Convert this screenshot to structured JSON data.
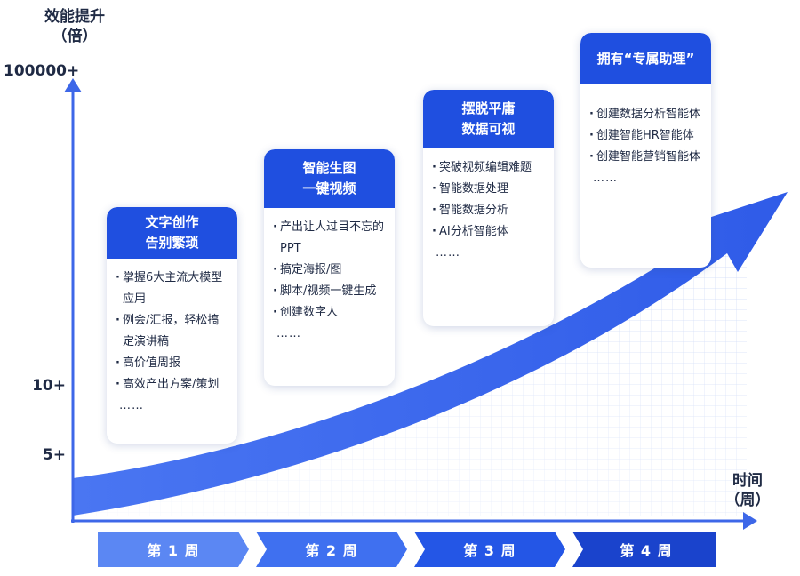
{
  "y_axis": {
    "title_line1": "效能提升",
    "title_line2": "（倍）",
    "ticks": [
      "100000+",
      "10+",
      "5+"
    ]
  },
  "x_axis": {
    "title_line1": "时间",
    "title_line2": "（周）"
  },
  "colors": {
    "card_header": "#1f4fe0",
    "curve_start": "#3f6df0",
    "curve_end": "#2f5be8",
    "week1": "#5b87f3",
    "week2": "#3f70f0",
    "week3": "#2456e6",
    "week4": "#1a43cc"
  },
  "stages": [
    {
      "title_line1": "文字创作",
      "title_line2": "告别繁琐",
      "items": [
        "掌握6大主流大模型应用",
        "例会/汇报，轻松搞定演讲稿",
        "高价值周报",
        "高效产出方案/策划"
      ],
      "more": "……"
    },
    {
      "title_line1": "智能生图",
      "title_line2": "一键视频",
      "items": [
        "产出让人过目不忘的PPT",
        "搞定海报/图",
        "脚本/视频一键生成",
        "创建数字人"
      ],
      "more": "……"
    },
    {
      "title_line1": "摆脱平庸",
      "title_line2": "数据可视",
      "items": [
        "突破视频编辑难题",
        "智能数据处理",
        "智能数据分析",
        "AI分析智能体"
      ],
      "more": "……"
    },
    {
      "title_line1": "拥有“专属助理”",
      "title_line2": "",
      "items": [
        "创建数据分析智能体",
        "创建智能HR智能体",
        "创建智能营销智能体"
      ],
      "more": "……"
    }
  ],
  "weeks": [
    "第 1 周",
    "第 2 周",
    "第 3 周",
    "第 4 周"
  ]
}
